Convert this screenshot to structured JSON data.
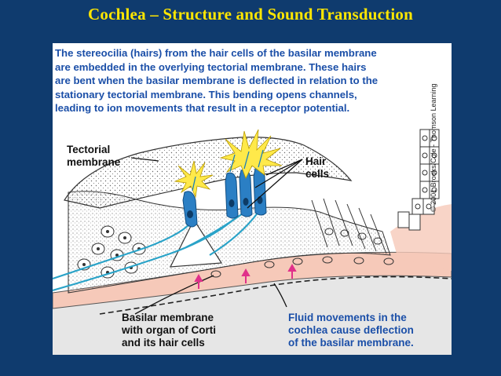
{
  "title": "Cochlea – Structure and Sound Transduction",
  "intro_lines": [
    "The stereocilia (hairs) from the hair cells of the basilar membrane",
    "are embedded in the overlying tectorial membrane. These hairs",
    "are bent when the basilar membrane is deflected in relation to the",
    "stationary tectorial membrane. This bending opens channels,",
    "leading to ion movements that result in a receptor potential."
  ],
  "labels": {
    "tectorial": [
      "Tectorial",
      "membrane"
    ],
    "hair_cells": [
      "Hair",
      "cells"
    ],
    "basilar": [
      "Basilar membrane",
      "with organ of Corti",
      "and its hair cells"
    ],
    "fluid": [
      "Fluid movements in the",
      "cochlea cause deflection",
      "of the basilar membrane."
    ]
  },
  "copyright": "© 2001 Brooks/Cole - Thomson Learning",
  "colors": {
    "background": "#0f3b6e",
    "title": "#ffe600",
    "intro_text": "#1b4fa8",
    "hair_cell": "#2b7fc4",
    "stereocilia_burst": "#ffe94a",
    "basilar_band": "#f6c9b9",
    "fluid_arrow": "#e0308a"
  }
}
